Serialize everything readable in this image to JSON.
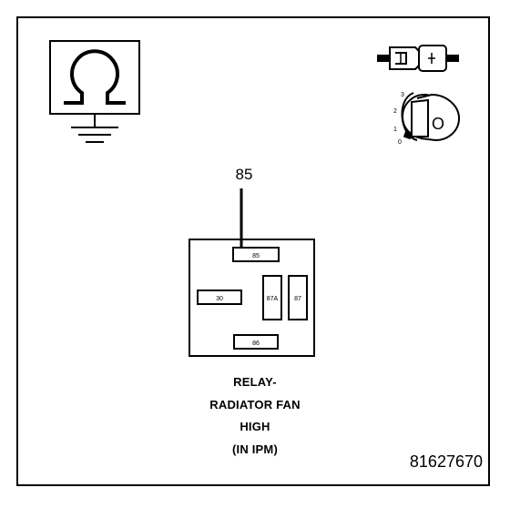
{
  "callout": {
    "label": "85"
  },
  "relay": {
    "terminals": [
      {
        "id": "85",
        "label": "85"
      },
      {
        "id": "30",
        "label": "30"
      },
      {
        "id": "87A",
        "label": "87A"
      },
      {
        "id": "87",
        "label": "87"
      },
      {
        "id": "86",
        "label": "86"
      }
    ]
  },
  "ignition": {
    "positions": [
      "3",
      "2",
      "1",
      "0"
    ],
    "key_letter": "O"
  },
  "caption": {
    "lines": [
      "RELAY-",
      "RADIATOR FAN",
      "HIGH",
      "(IN IPM)"
    ]
  },
  "document_number": "81627670",
  "icons": [
    "ground-meter-icon",
    "connector-icon",
    "ignition-switch-icon"
  ]
}
